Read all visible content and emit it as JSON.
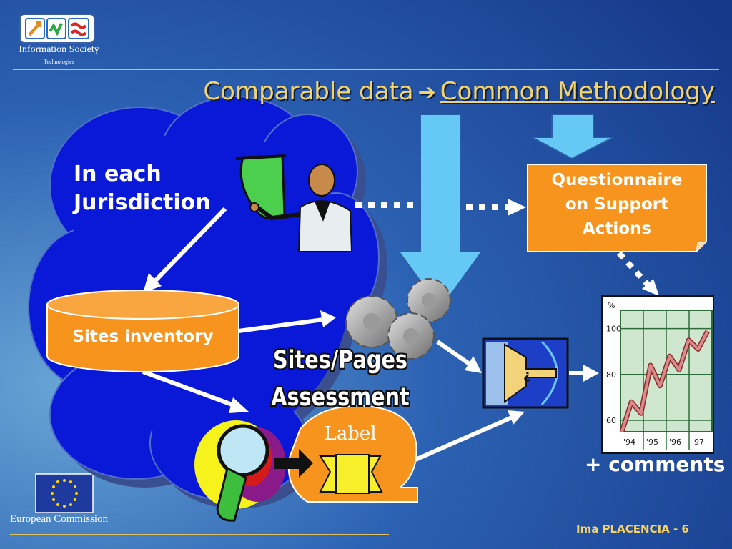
{
  "header": {
    "title_part1": "Comparable data",
    "title_arrow": "➔",
    "title_part2": "Common Methodology"
  },
  "logos": {
    "ist_name": "Information Society",
    "ist_subtitle": "Technologies",
    "ec_name": "European Commission"
  },
  "diagram": {
    "jurisdiction_line1": "In each",
    "jurisdiction_line2": "Jurisdiction",
    "sites_inventory": "Sites inventory",
    "assessment_line1": "Sites/Pages",
    "assessment_line2": "Assessment",
    "questionnaire_line1": "Questionnaire",
    "questionnaire_line2": "on Support",
    "questionnaire_line3": "Actions",
    "label": "Label",
    "comments": "+ comments"
  },
  "chart_data": {
    "type": "line",
    "ylabel": "%",
    "x": [
      "'94",
      "'95",
      "'96",
      "'97"
    ],
    "yticks": [
      60,
      80,
      100
    ],
    "ylim": [
      55,
      108
    ],
    "values": [
      55,
      68,
      63,
      84,
      75,
      88,
      82,
      95,
      91,
      99
    ],
    "colors": {
      "line": "#d98b8b",
      "grid": "#2e6b3a",
      "background": "#cfe7cf"
    }
  },
  "footer": {
    "presenter": "Ima PLACENCIA  - 6"
  },
  "colors": {
    "background_dark": "#1b3f86",
    "cloud": "#0a18d8",
    "accent_orange": "#f7941d",
    "title_gold": "#f4d36a",
    "arrow_blue": "#66c8f5"
  }
}
